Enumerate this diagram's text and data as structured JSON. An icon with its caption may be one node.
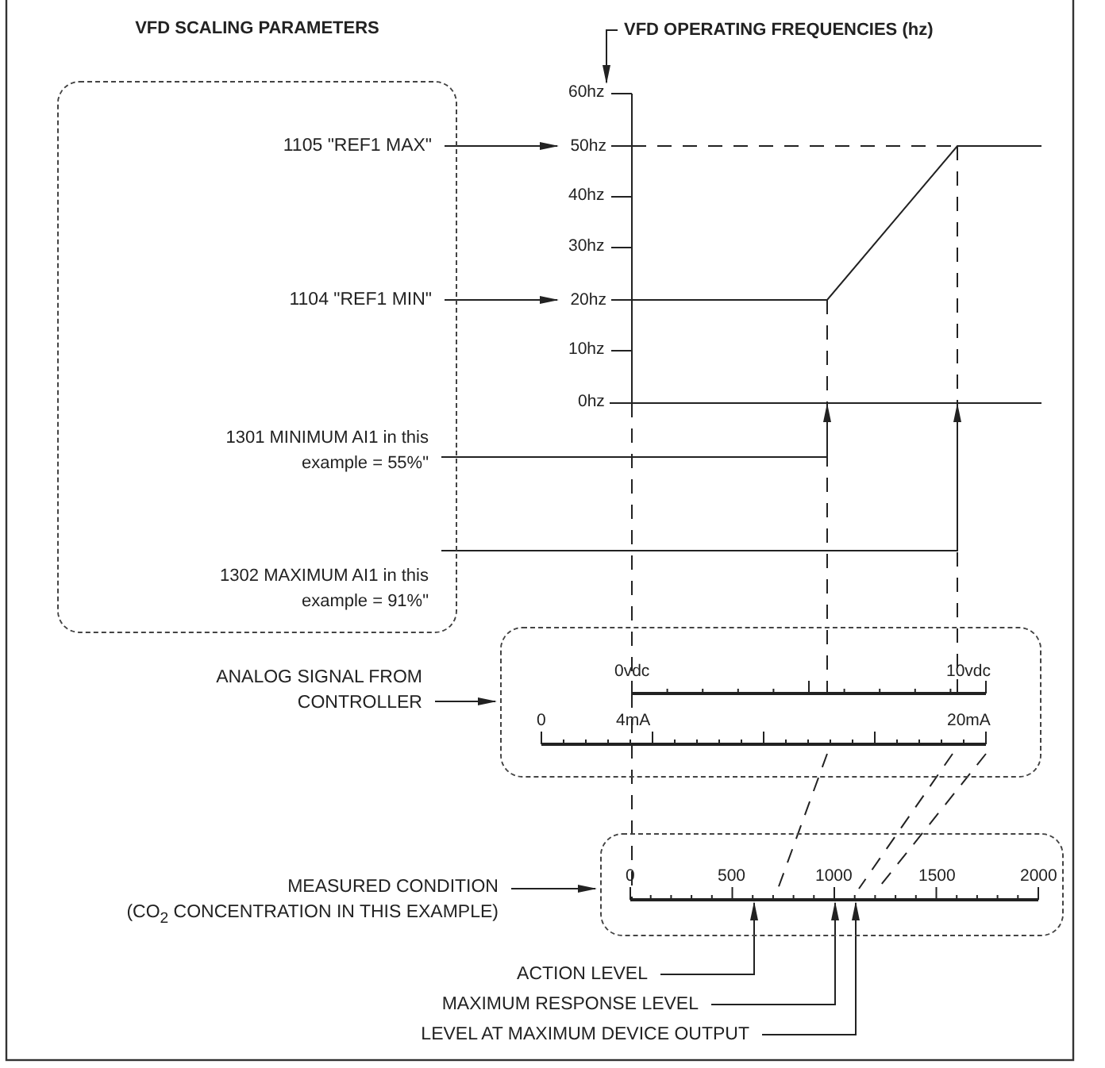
{
  "diagram": {
    "nodes": [
      {
        "text": [
          "VFD SCALING PARAMETERS"
        ]
      },
      {
        "text": [
          "1105 \"REF1 MAX\""
        ],
        "in": 0
      },
      {
        "text": [
          "1104 \"REF1 MIN\""
        ],
        "in": 0
      },
      {
        "text": [
          "1301 MINIMUM AI1 in this example = 55%\""
        ],
        "in": 0
      },
      {
        "text": [
          "1302 MAXIMUM AI1 in this example = 91%\""
        ],
        "in": 0
      },
      {
        "text": [
          "VFD OPERATING FREQUENCIES (hz)"
        ]
      },
      {
        "text": [
          "50hz"
        ]
      },
      {
        "text": [
          "20hz"
        ]
      },
      {
        "text": [
          "ANALOG SIGNAL FROM CONTROLLER"
        ]
      },
      {
        "text": [],
        "shape": "box"
      },
      {
        "text": [
          "MEASURED CONDITION",
          "(CO$_{2}$ CONCENTRATION IN THIS EXAMPLE)"
        ]
      },
      {
        "text": [],
        "shape": "box"
      },
      {
        "text": [
          "ACTION LEVEL"
        ]
      },
      {
        "text": [
          "MAXIMUM RESPONSE LEVEL"
        ]
      },
      {
        "text": [
          "LEVEL AT MAXIMUM DEVICE OUTPUT"
        ]
      },
      {
        "text": [],
        "shape": "picture"
      }
    ],
    "edges": [
      {
        "from": 1,
        "to": 6,
        "arrow": "to"
      },
      {
        "from": 2,
        "to": 7,
        "arrow": "to"
      },
      {
        "from": 3,
        "to": 15,
        "arrow": "to"
      },
      {
        "from": 4,
        "to": 15,
        "arrow": "to"
      },
      {
        "from": 5,
        "to": 15,
        "arrow": "to"
      },
      {
        "from": 8,
        "to": 9,
        "arrow": "to"
      },
      {
        "from": 10,
        "to": 11,
        "arrow": "to"
      },
      {
        "from": 12,
        "to": 11,
        "arrow": "to"
      },
      {
        "from": 13,
        "to": 11,
        "arrow": "to"
      },
      {
        "from": 14,
        "to": 11,
        "arrow": "to"
      },
      {
        "from": 15,
        "to": 9,
        "arrow": "none",
        "style": "dashed"
      },
      {
        "from": 15,
        "to": 9,
        "arrow": "none",
        "style": "dashed"
      },
      {
        "from": 15,
        "to": 9,
        "arrow": "none",
        "style": "dashed"
      },
      {
        "from": 9,
        "to": 11,
        "arrow": "none",
        "style": "dashed"
      },
      {
        "from": 9,
        "to": 11,
        "arrow": "none",
        "style": "dashed"
      },
      {
        "from": 9,
        "to": 11,
        "arrow": "none",
        "style": "dashed"
      },
      {
        "from": 9,
        "to": 11,
        "arrow": "none",
        "style": "dashed"
      }
    ],
    "labels": [
      "60hz",
      "40hz",
      "30hz",
      "10hz",
      "0hz",
      "0vdc",
      "10vdc",
      "0",
      "4mA",
      "20mA",
      "0",
      "500",
      "1000",
      "1500",
      "2000"
    ]
  }
}
